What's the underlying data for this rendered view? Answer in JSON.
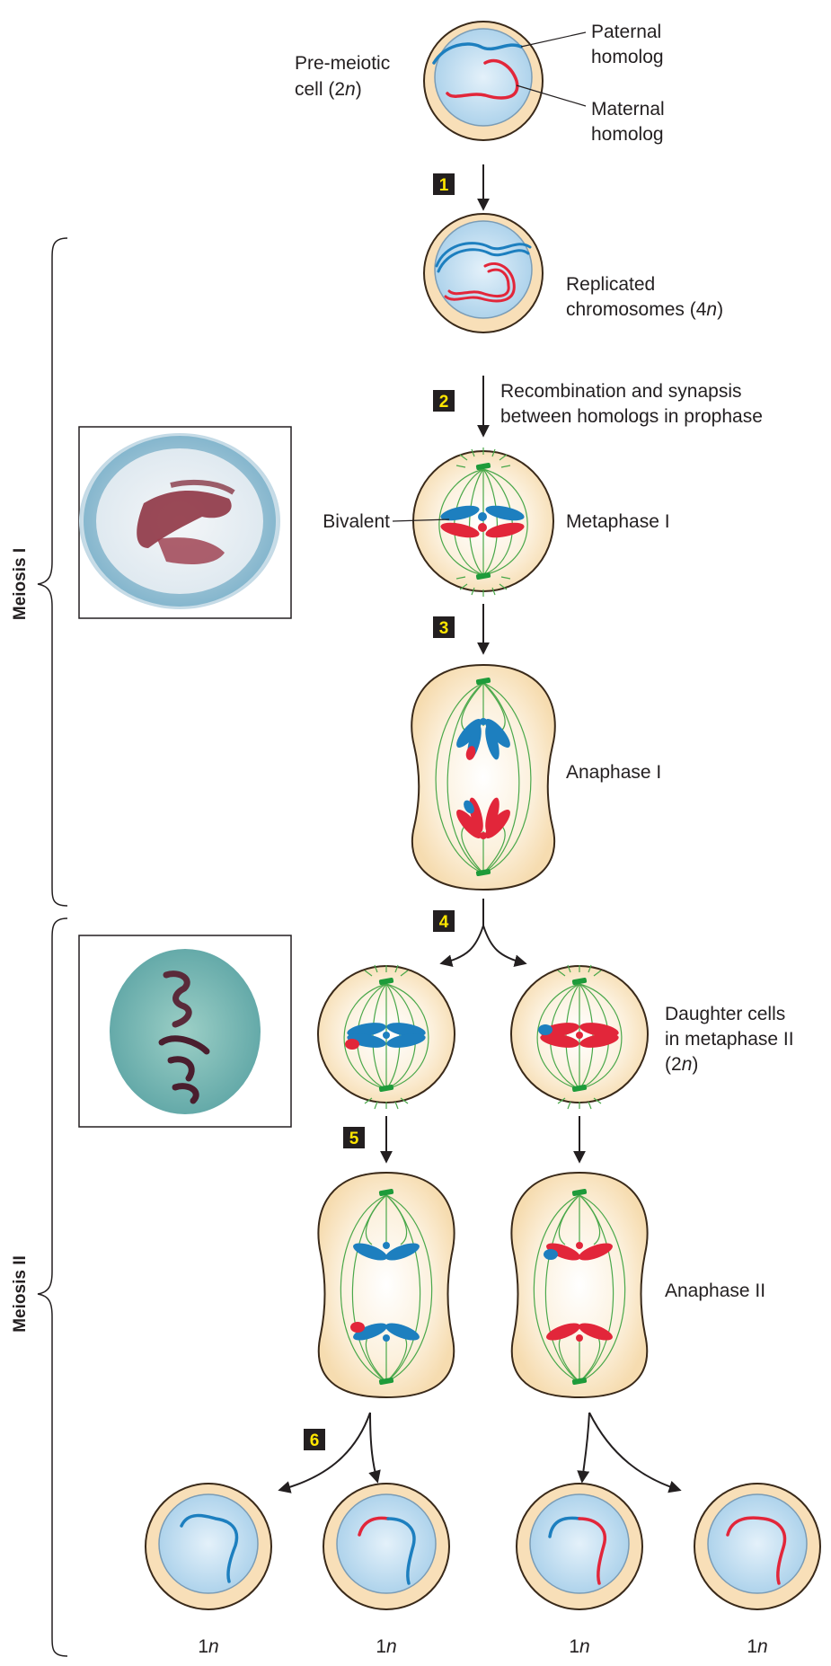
{
  "colors": {
    "cell_fill": "#fbe8c8",
    "cell_stroke": "#3a2a1a",
    "nucleus_fill": "#bcdcf0",
    "paternal": "#1d7fbf",
    "maternal": "#e2263a",
    "spindle": "#4aa84a",
    "centrosome": "#1e9b3a",
    "step_box": "#231f20",
    "step_text": "#ffe600",
    "arrow": "#231f20"
  },
  "labels": {
    "premeiotic_1": "Pre-meiotic",
    "premeiotic_2a": "cell (2",
    "premeiotic_2b": "n",
    "premeiotic_2c": ")",
    "paternal_1": "Paternal",
    "paternal_2": "homolog",
    "maternal_1": "Maternal",
    "maternal_2": "homolog",
    "replicated_1": "Replicated",
    "replicated_2a": "chromosomes (4",
    "replicated_2b": "n",
    "replicated_2c": ")",
    "recomb_1": "Recombination and synapsis",
    "recomb_2": "between homologs in prophase",
    "bivalent": "Bivalent",
    "metaphase_1": "Metaphase I",
    "anaphase_1": "Anaphase I",
    "daughter_1": "Daughter cells",
    "daughter_2": "in metaphase II",
    "daughter_3a": "(2",
    "daughter_3b": "n",
    "daughter_3c": ")",
    "anaphase_2": "Anaphase II",
    "meiosis_1": "Meiosis I",
    "meiosis_2": "Meiosis II",
    "haploid_num": "1",
    "haploid_n": "n"
  },
  "steps": [
    "1",
    "2",
    "3",
    "4",
    "5",
    "6"
  ]
}
